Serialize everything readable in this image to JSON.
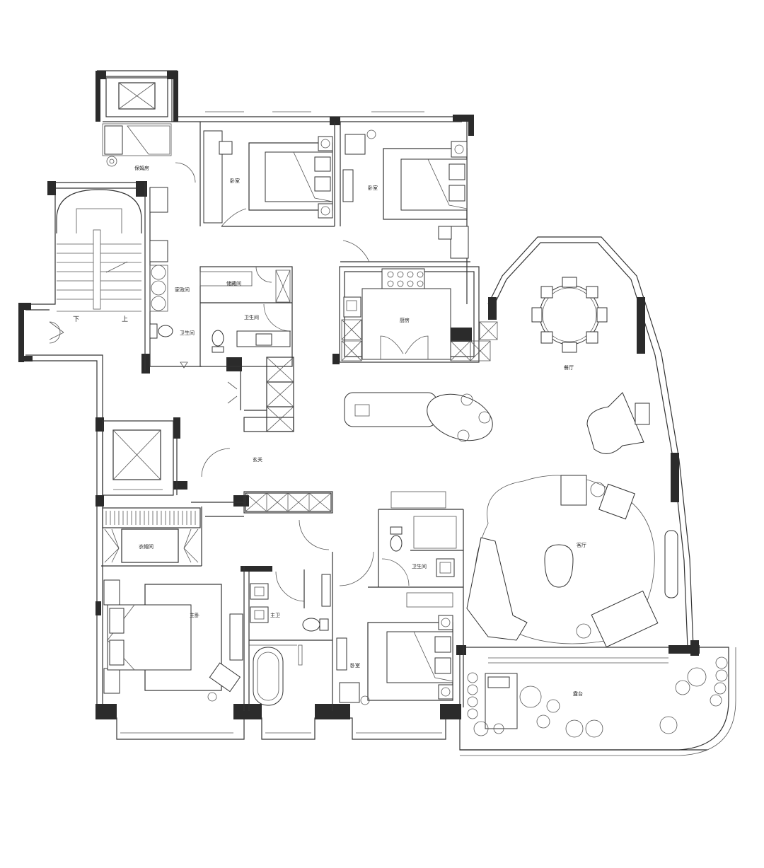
{
  "colors": {
    "wall": "#2b2b2b",
    "line": "#333333",
    "background": "#ffffff"
  },
  "rooms": {
    "utility": "保姆房",
    "bedroom_north_1": "卧室",
    "bedroom_north_2": "卧室",
    "laundry": "家政间",
    "storage": "储藏间",
    "bathroom_a": "卫生间",
    "bathroom_b": "卫生间",
    "kitchen": "厨房",
    "dining": "餐厅",
    "foyer": "玄关",
    "closet": "衣帽间",
    "master_bedroom": "主卧",
    "master_bath": "主卫",
    "bathroom_c": "卫生间",
    "living": "客厅",
    "bedroom_south": "卧室",
    "terrace": "露台"
  },
  "stairs": {
    "down": "下",
    "up": "上"
  }
}
